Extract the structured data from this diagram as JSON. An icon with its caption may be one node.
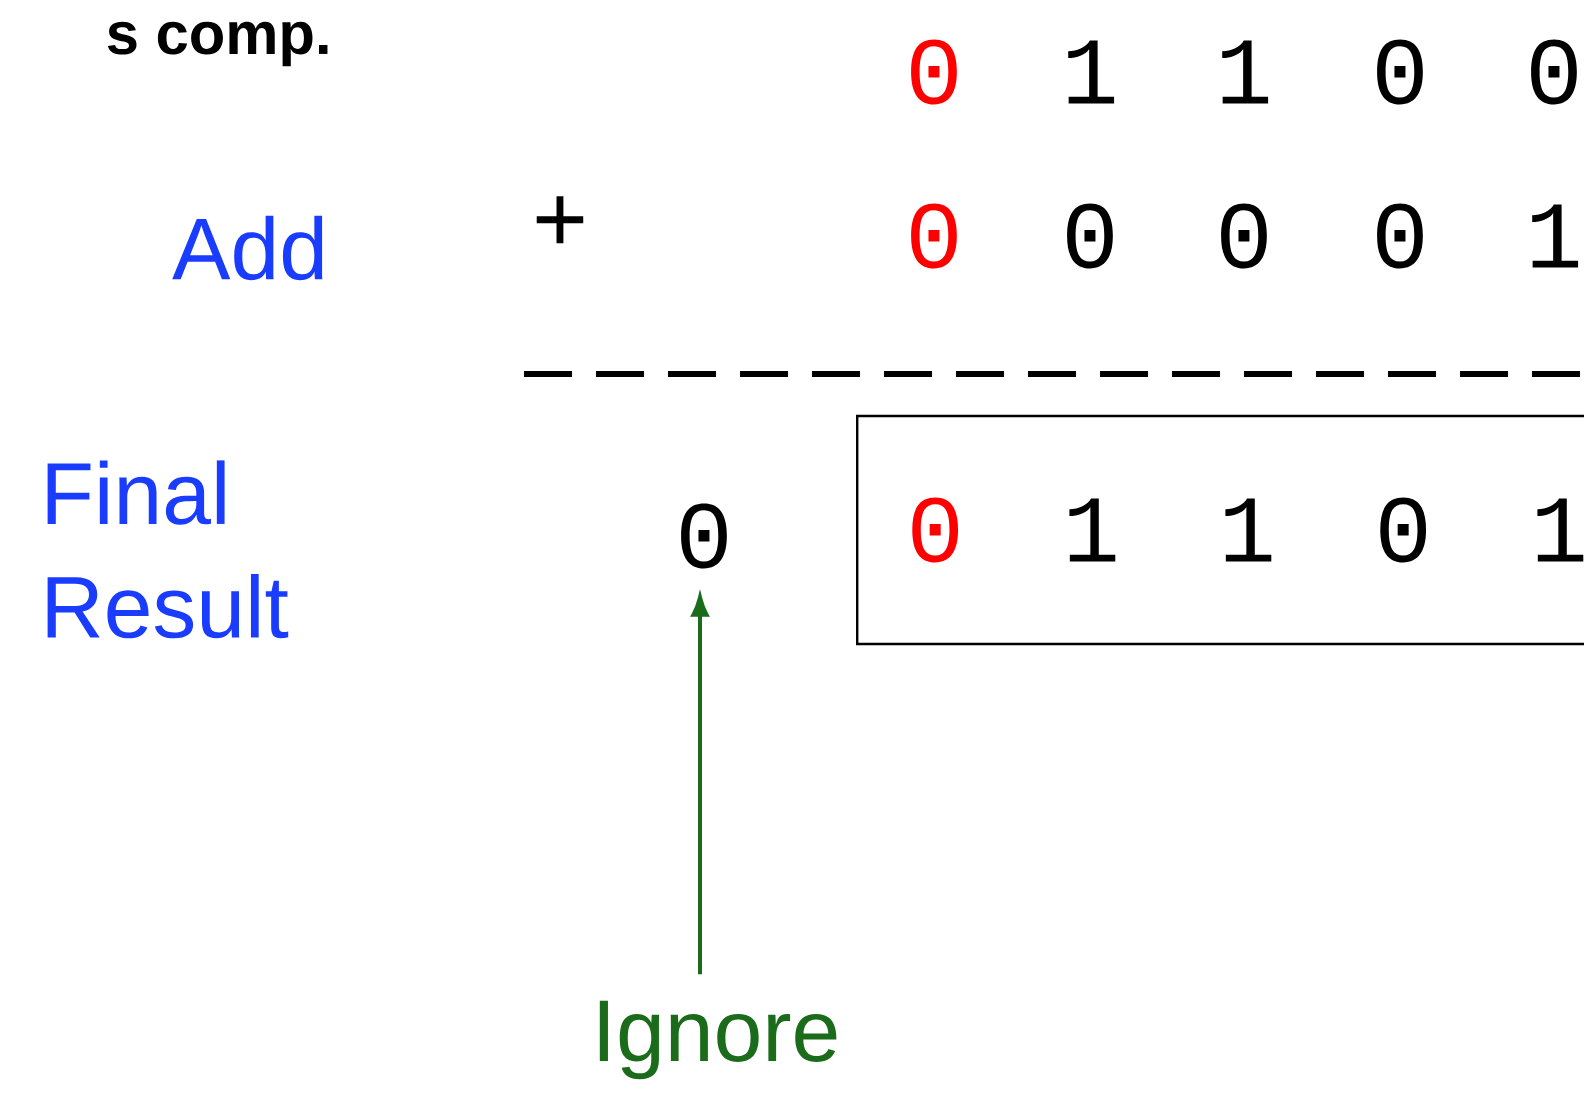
{
  "diagram": {
    "nodes": [
      {
        "text": [
          "0"
        ]
      },
      {
        "text": [
          "0",
          "1",
          "1",
          "0",
          "1"
        ]
      },
      {
        "text": [
          "Ignore"
        ]
      }
    ],
    "edges": [
      {
        "from": 2,
        "to": 0,
        "arrow": "to",
        "color": "#1a6b1a"
      }
    ],
    "labels": [
      "s comp.",
      "0",
      "1",
      "1",
      "0",
      "0",
      "Add",
      "+",
      "0",
      "0",
      "0",
      "0",
      "1",
      "Final Result"
    ]
  }
}
